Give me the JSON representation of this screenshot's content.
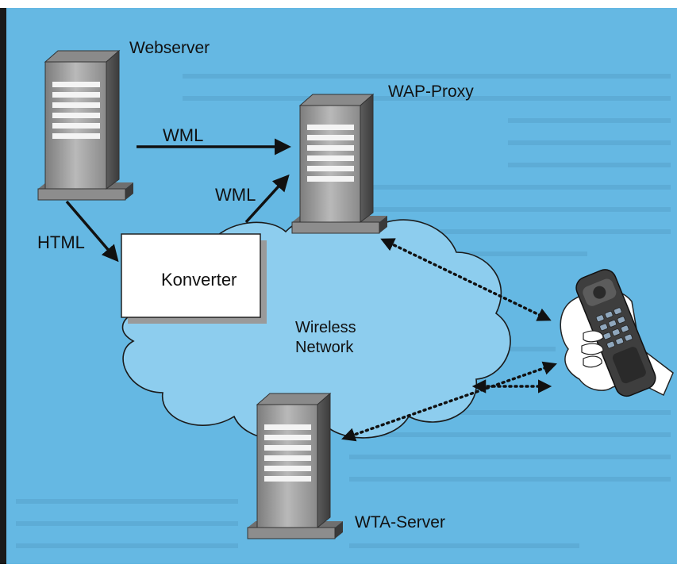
{
  "diagram": {
    "labels": {
      "webserver": "Webserver",
      "wap_proxy": "WAP-Proxy",
      "wml_top": "WML",
      "wml_diagonal": "WML",
      "html": "HTML",
      "konverter": "Konverter",
      "wireless_line1": "Wireless",
      "wireless_line2": "Network",
      "wta_server": "WTA-Server"
    },
    "colors": {
      "background": "#65b8e3",
      "cloud": "#8dcdee",
      "server_body": "#9a9a9a",
      "server_dark": "#555555",
      "arrow": "#111111"
    },
    "icons": {
      "webserver": "server-tower-icon",
      "wap_proxy": "server-tower-icon",
      "wta_server": "server-tower-icon",
      "phone": "mobile-phone-in-hand-icon"
    }
  }
}
